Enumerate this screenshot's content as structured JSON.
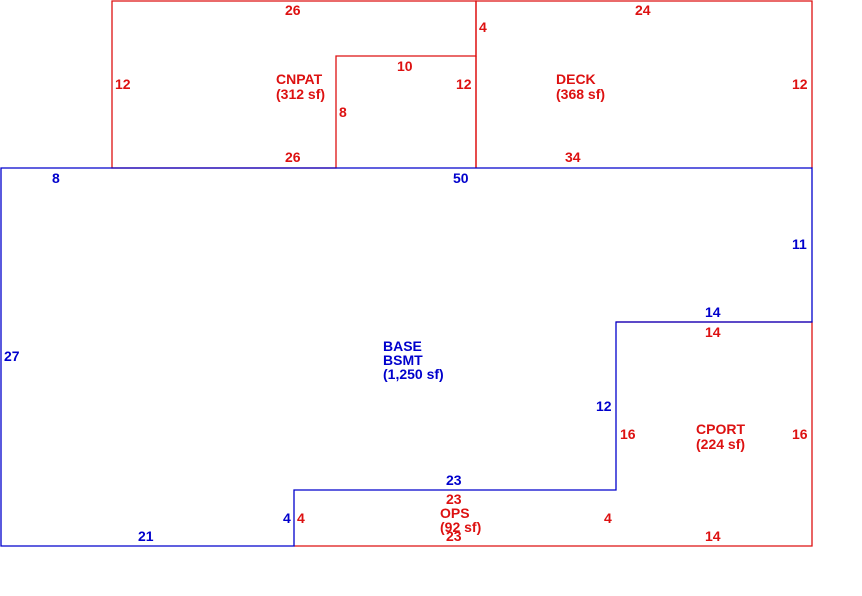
{
  "colors": {
    "blue": "#0000cc",
    "red": "#dd1111"
  },
  "areas": {
    "cnpat": {
      "name": "CNPAT",
      "area": "(312 sf)"
    },
    "deck": {
      "name": "DECK",
      "area": "(368 sf)"
    },
    "base": {
      "name": "BASE",
      "sub": "BSMT",
      "area": "(1,250 sf)"
    },
    "cport": {
      "name": "CPORT",
      "area": "(224 sf)"
    },
    "ops": {
      "name": "OPS",
      "area": "(92 sf)"
    }
  },
  "dimensions": {
    "cnpat_top": "26",
    "cnpat_left": "12",
    "cnpat_notch_top": "10",
    "cnpat_notch_left": "8",
    "cnpat_notch_right": "12",
    "cnpat_bottom": "26",
    "cnpat_right_top": "4",
    "deck_top": "24",
    "deck_right": "12",
    "deck_bottom": "34",
    "base_top_left": "8",
    "base_top": "50",
    "base_right_upper": "11",
    "base_step_top": "14",
    "base_left": "27",
    "base_step_left": "12",
    "base_ops_top": "23",
    "base_ops_left": "4",
    "base_bottom": "21",
    "cport_top": "14",
    "cport_left": "16",
    "cport_right": "16",
    "cport_bottom": "14",
    "ops_top": "23",
    "ops_left": "4",
    "ops_right": "4",
    "ops_bottom": "23"
  }
}
